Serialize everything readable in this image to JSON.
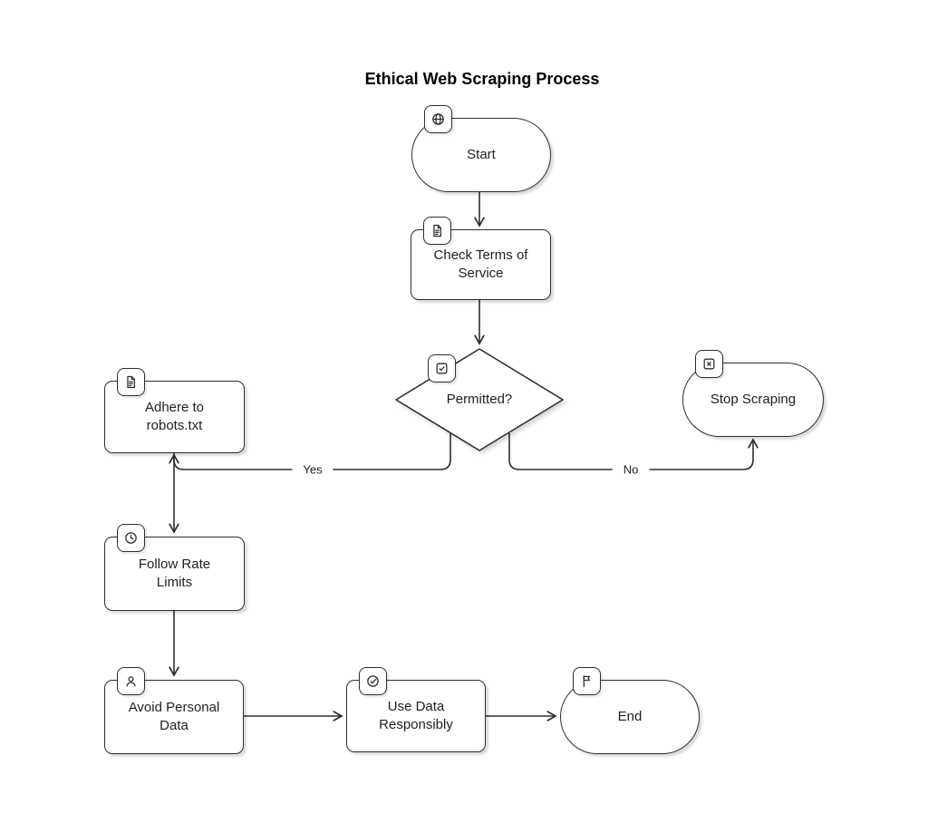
{
  "title": "Ethical Web Scraping Process",
  "colors": {
    "stroke": "#2e2e2e",
    "node_fill": "#ffffff",
    "background": "#ffffff"
  },
  "nodes": {
    "start": {
      "label": "Start",
      "icon": "globe-icon",
      "shape": "stadium"
    },
    "check_tos": {
      "label": "Check Terms of Service",
      "icon": "document-icon",
      "shape": "process"
    },
    "permitted": {
      "label": "Permitted?",
      "icon": "checkbox-icon",
      "shape": "decision"
    },
    "adhere_robots": {
      "label": "Adhere to robots.txt",
      "icon": "document-icon",
      "shape": "process"
    },
    "stop_scraping": {
      "label": "Stop Scraping",
      "icon": "x-square-icon",
      "shape": "stadium"
    },
    "follow_rate": {
      "label": "Follow Rate Limits",
      "icon": "clock-icon",
      "shape": "process"
    },
    "avoid_personal": {
      "label": "Avoid Personal Data",
      "icon": "person-icon",
      "shape": "process"
    },
    "use_data": {
      "label": "Use Data Responsibly",
      "icon": "check-circle-icon",
      "shape": "process"
    },
    "end": {
      "label": "End",
      "icon": "flag-icon",
      "shape": "stadium"
    }
  },
  "edges": {
    "yes": {
      "label": "Yes",
      "from": "permitted",
      "to": "adhere_robots"
    },
    "no": {
      "label": "No",
      "from": "permitted",
      "to": "stop_scraping"
    }
  }
}
